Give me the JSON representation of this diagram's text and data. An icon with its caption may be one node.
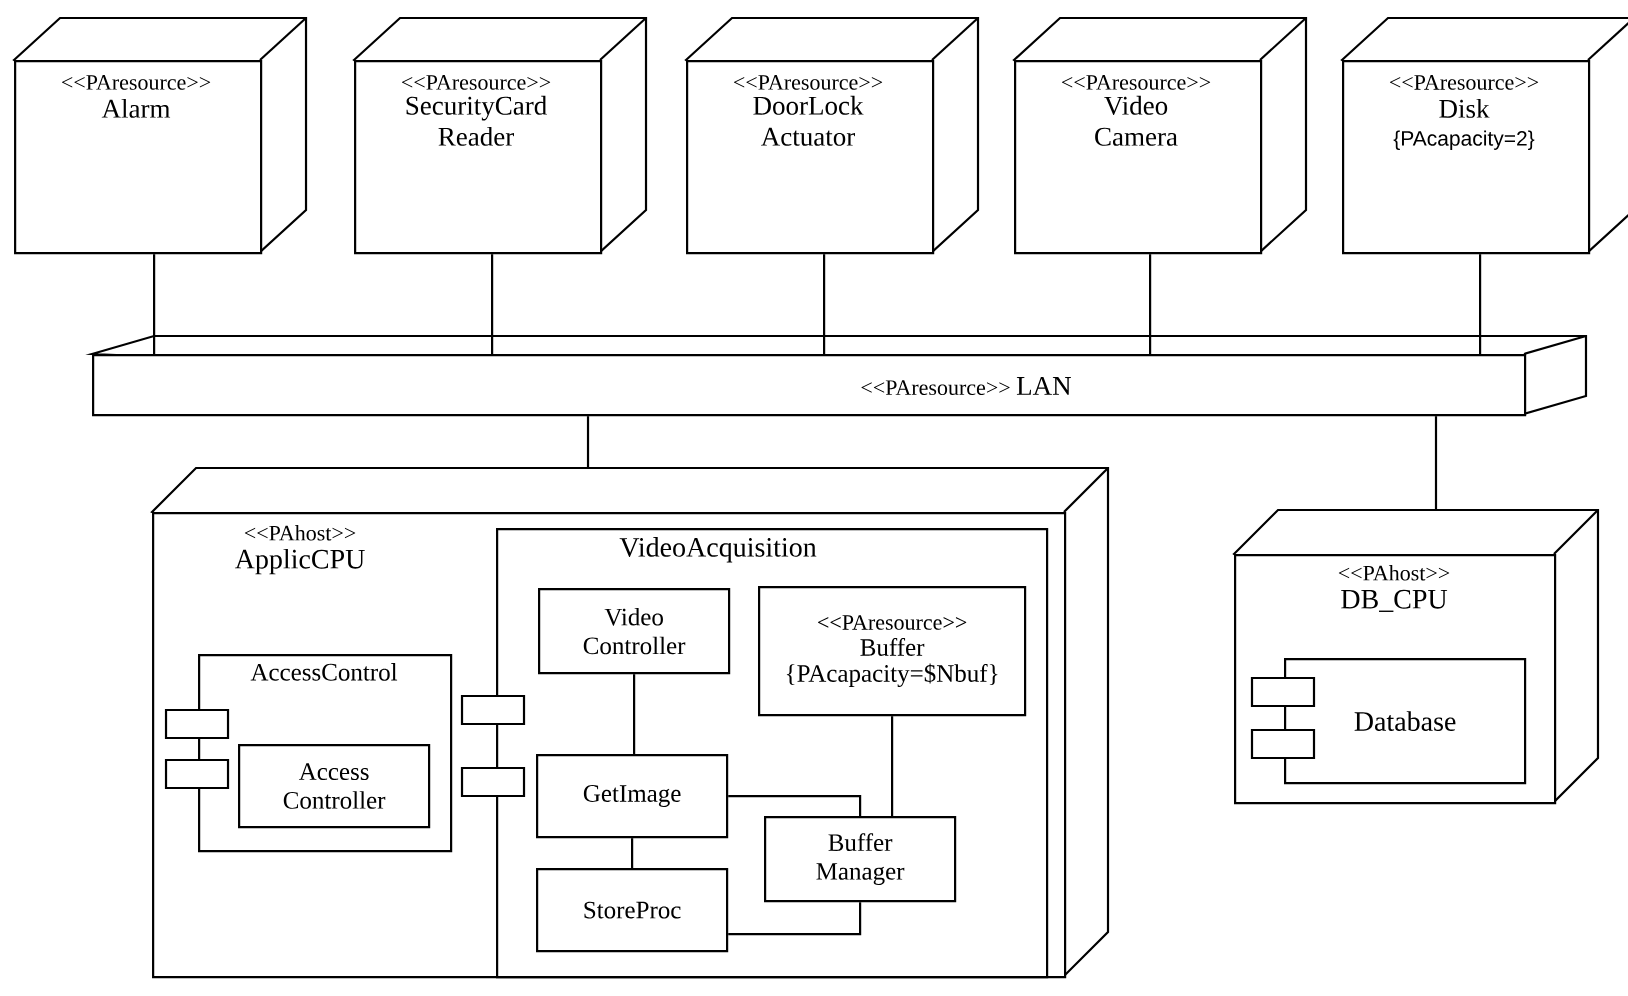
{
  "diagram": {
    "nodes": [
      {
        "text": [
          "<<PAresource>>",
          "Alarm"
        ]
      },
      {
        "text": [
          "<<PAresource>>",
          "SecurityCard Reader"
        ]
      },
      {
        "text": [
          "<<PAresource>>",
          "DoorLock Actuator"
        ]
      },
      {
        "text": [
          "<<PAresource>>",
          "Video Camera"
        ]
      },
      {
        "text": [
          "<<PAresource>>",
          "Disk",
          "{PAcapacity=2}"
        ]
      },
      {
        "text": [
          "<<PAresource>>",
          "LAN"
        ]
      },
      {
        "text": [
          "<<PAhost>>",
          "ApplicCPU"
        ]
      },
      {
        "text": [
          "AccessControl"
        ],
        "in": 6
      },
      {
        "text": [
          "Access Controller"
        ],
        "in": 7
      },
      {
        "text": [
          "VideoAcquisition"
        ],
        "in": 6
      },
      {
        "text": [
          "Video Controller"
        ],
        "in": 9
      },
      {
        "text": [
          "<<PAresource>>",
          "Buffer",
          "{PAcapacity=$Nbuf}"
        ],
        "in": 9
      },
      {
        "text": [
          "GetImage"
        ],
        "in": 9
      },
      {
        "text": [
          "Buffer Manager"
        ],
        "in": 9
      },
      {
        "text": [
          "StoreProc"
        ],
        "in": 9
      },
      {
        "text": [
          "<<PAhost>>",
          "DB_CPU"
        ]
      },
      {
        "text": [
          "Database"
        ],
        "in": 15
      }
    ],
    "edges": [
      {
        "from": 0,
        "to": 5,
        "arrow": "none"
      },
      {
        "from": 1,
        "to": 5,
        "arrow": "none"
      },
      {
        "from": 2,
        "to": 5,
        "arrow": "none"
      },
      {
        "from": 3,
        "to": 5,
        "arrow": "none"
      },
      {
        "from": 4,
        "to": 5,
        "arrow": "none"
      },
      {
        "from": 5,
        "to": 6,
        "arrow": "none"
      },
      {
        "from": 5,
        "to": 15,
        "arrow": "none"
      },
      {
        "from": 10,
        "to": 12,
        "arrow": "none"
      },
      {
        "from": 12,
        "to": 14,
        "arrow": "none"
      },
      {
        "from": 12,
        "to": 13,
        "arrow": "none"
      },
      {
        "from": 11,
        "to": 13,
        "arrow": "none"
      },
      {
        "from": 14,
        "to": 13,
        "arrow": "none"
      }
    ]
  }
}
